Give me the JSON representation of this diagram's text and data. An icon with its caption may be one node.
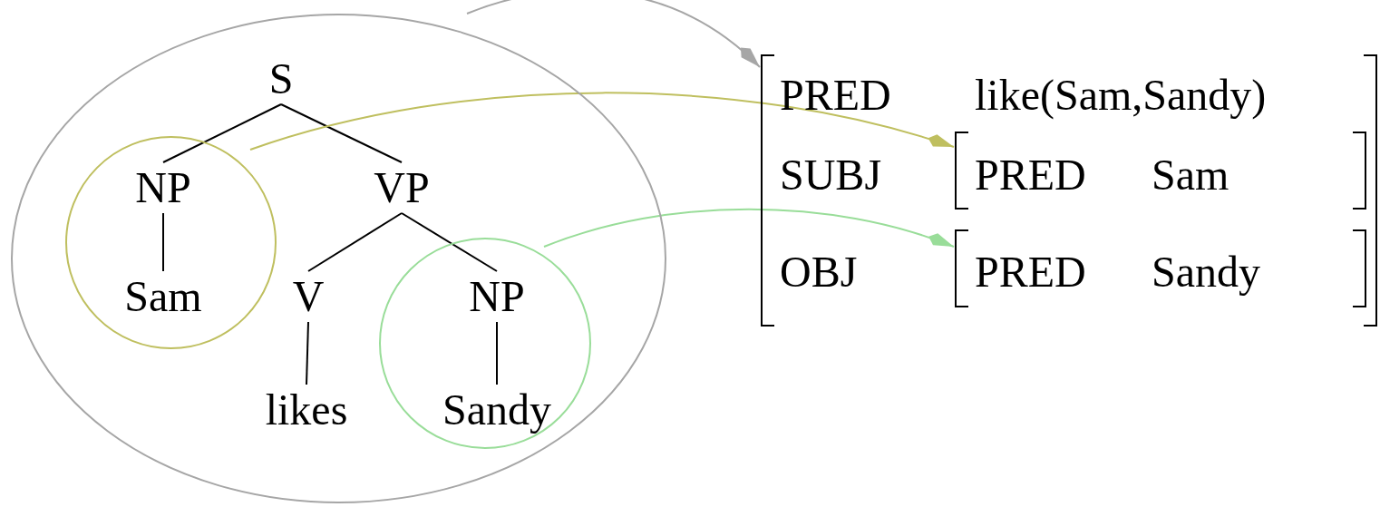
{
  "diagram": {
    "nodes": [
      {
        "text": [],
        "shape": "circle"
      },
      {
        "text": [
          "S"
        ],
        "in": 0
      },
      {
        "text": [],
        "shape": "circle",
        "in": 0
      },
      {
        "text": [
          "NP"
        ],
        "in": 2
      },
      {
        "text": [
          "Sam"
        ],
        "in": 2
      },
      {
        "text": [
          "VP"
        ],
        "in": 0
      },
      {
        "text": [
          "V"
        ],
        "in": 0
      },
      {
        "text": [
          "likes"
        ],
        "in": 0
      },
      {
        "text": [],
        "shape": "circle",
        "in": 0
      },
      {
        "text": [
          "NP"
        ],
        "in": 8
      },
      {
        "text": [
          "Sandy"
        ],
        "in": 8
      },
      {
        "text": [
          "PRED",
          "like(Sam,Sandy)",
          "SUBJ",
          "OBJ"
        ]
      },
      {
        "text": [
          "PRED",
          "Sam"
        ],
        "in": 11
      },
      {
        "text": [
          "PRED",
          "Sandy"
        ],
        "in": 11
      }
    ],
    "edges": [
      {
        "from": 1,
        "to": 3,
        "arrow": "none"
      },
      {
        "from": 1,
        "to": 5,
        "arrow": "none"
      },
      {
        "from": 3,
        "to": 4,
        "arrow": "none"
      },
      {
        "from": 5,
        "to": 6,
        "arrow": "none"
      },
      {
        "from": 5,
        "to": 9,
        "arrow": "none"
      },
      {
        "from": 6,
        "to": 7,
        "arrow": "none"
      },
      {
        "from": 9,
        "to": 10,
        "arrow": "none"
      },
      {
        "from": 0,
        "to": 11,
        "arrow": "to",
        "color": "#a6a6a6"
      },
      {
        "from": 2,
        "to": 12,
        "arrow": "to",
        "color": "#bfbf5f"
      },
      {
        "from": 8,
        "to": 13,
        "arrow": "to",
        "color": "#99dd99"
      }
    ]
  }
}
